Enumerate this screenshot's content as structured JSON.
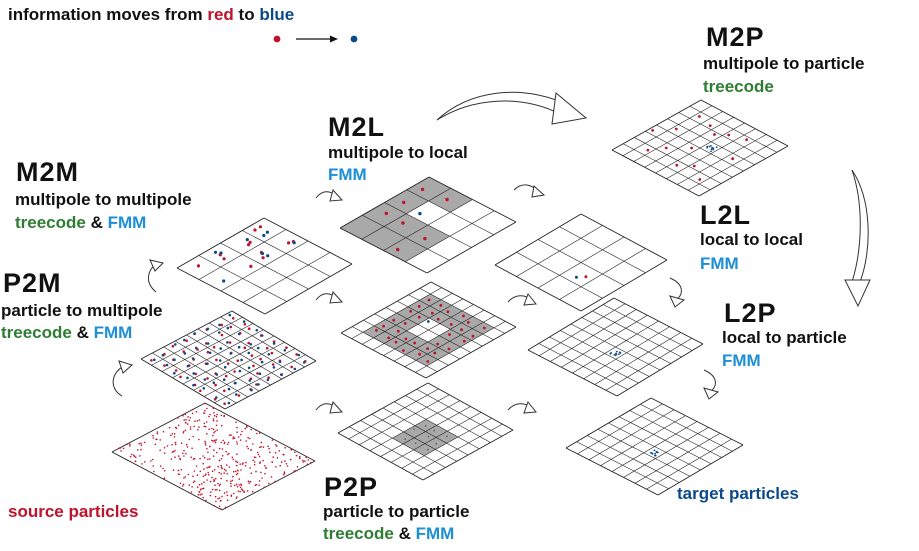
{
  "legend": {
    "prefix": "information moves from",
    "red_word": "red",
    "middle": "to",
    "blue_word": "blue"
  },
  "m2p": {
    "title": "M2P",
    "subtitle": "multipole to particle",
    "method": "treecode"
  },
  "m2l": {
    "title": "M2L",
    "subtitle": "multipole to local",
    "method": "FMM"
  },
  "m2m": {
    "title": "M2M",
    "subtitle": "multipole to multipole",
    "method_a": "treecode",
    "amp": "&",
    "method_b": "FMM"
  },
  "l2l": {
    "title": "L2L",
    "subtitle": "local to local",
    "method": "FMM"
  },
  "p2m": {
    "title": "P2M",
    "subtitle": "particle to multipole",
    "method_a": "treecode",
    "amp": "&",
    "method_b": "FMM"
  },
  "l2p": {
    "title": "L2P",
    "subtitle": "local to particle",
    "method": "FMM"
  },
  "p2p": {
    "title": "P2P",
    "subtitle": "particle to particle",
    "method_a": "treecode",
    "amp": "&",
    "method_b": "FMM"
  },
  "source_label": "source particles",
  "target_label": "target particles",
  "colors": {
    "red": "#c0122a",
    "blue": "#0b4a8a",
    "fmm_blue": "#1c8fd6",
    "treecode_green": "#2e7d32",
    "grid_shade": "#a9a9a9"
  }
}
